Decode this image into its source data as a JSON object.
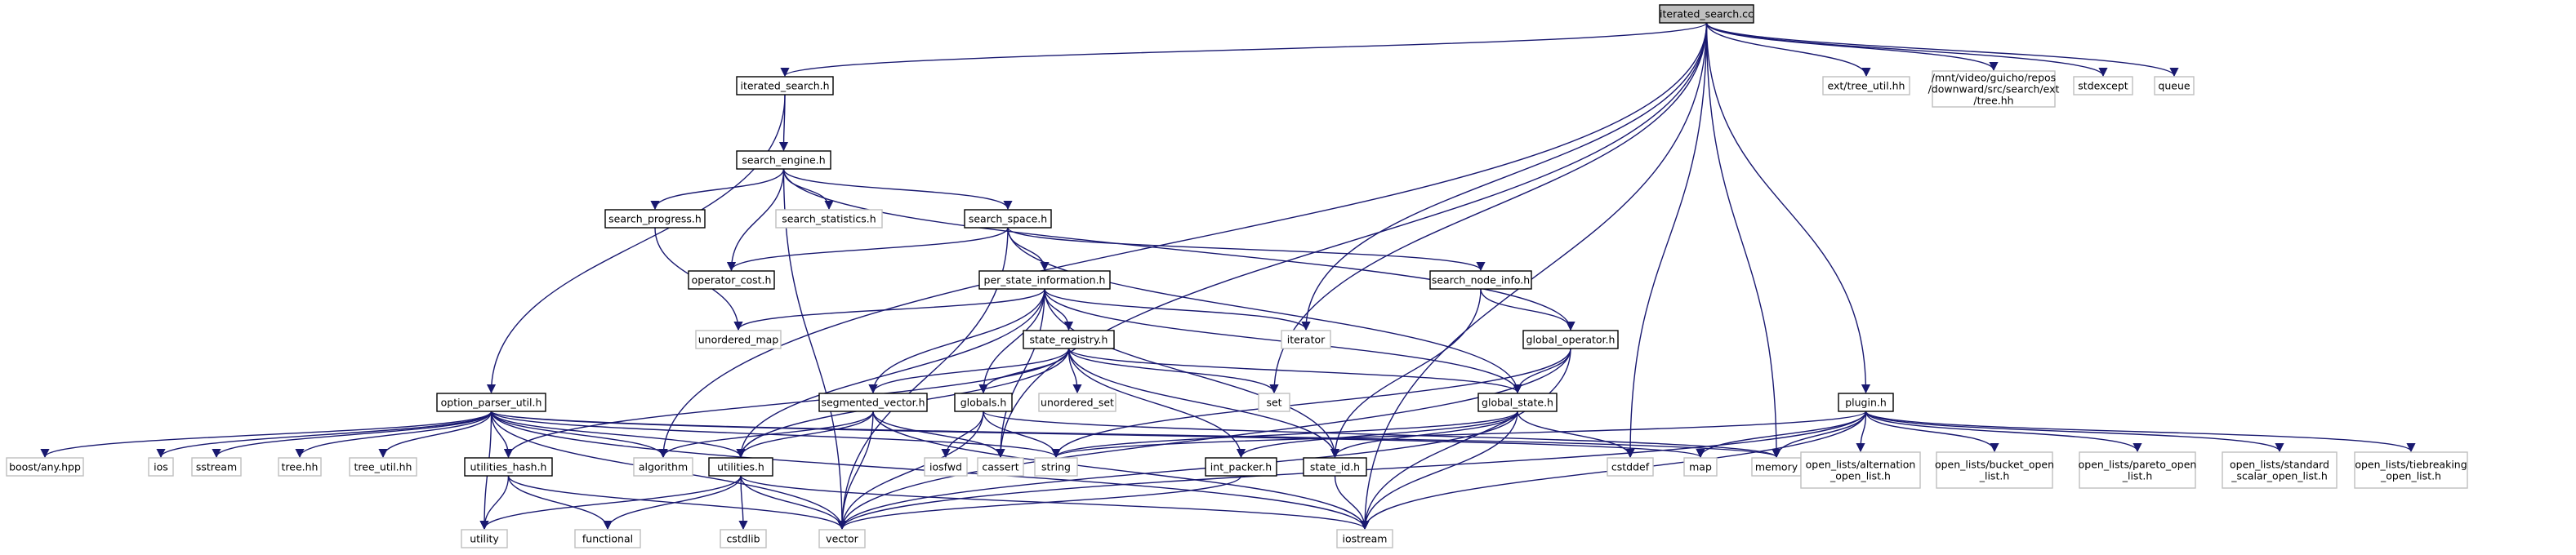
{
  "colors": {
    "edge": "#191970",
    "root_fill": "#bfbfbf",
    "documented_border": "#000000",
    "external_border": "#bfbfbf"
  },
  "nodes": [
    {
      "id": "iterated_search_cc",
      "lines": [
        "iterated_search.cc"
      ],
      "kind": "root"
    },
    {
      "id": "iterated_search_h",
      "lines": [
        "iterated_search.h"
      ],
      "kind": "doc"
    },
    {
      "id": "ext_tree_util_hh",
      "lines": [
        "ext/tree_util.hh"
      ],
      "kind": "ext"
    },
    {
      "id": "mnt_tree_hh",
      "lines": [
        "/mnt/video/guicho/repos",
        "/downward/src/search/ext",
        "/tree.hh"
      ],
      "kind": "ext"
    },
    {
      "id": "stdexcept",
      "lines": [
        "stdexcept"
      ],
      "kind": "ext"
    },
    {
      "id": "queue",
      "lines": [
        "queue"
      ],
      "kind": "ext"
    },
    {
      "id": "search_engine_h",
      "lines": [
        "search_engine.h"
      ],
      "kind": "doc"
    },
    {
      "id": "search_progress_h",
      "lines": [
        "search_progress.h"
      ],
      "kind": "doc"
    },
    {
      "id": "search_statistics_h",
      "lines": [
        "search_statistics.h"
      ],
      "kind": "ext"
    },
    {
      "id": "search_space_h",
      "lines": [
        "search_space.h"
      ],
      "kind": "doc"
    },
    {
      "id": "operator_cost_h",
      "lines": [
        "operator_cost.h"
      ],
      "kind": "doc"
    },
    {
      "id": "search_node_info_h",
      "lines": [
        "search_node_info.h"
      ],
      "kind": "doc"
    },
    {
      "id": "per_state_information_h",
      "lines": [
        "per_state_information.h"
      ],
      "kind": "doc"
    },
    {
      "id": "unordered_map",
      "lines": [
        "unordered_map"
      ],
      "kind": "ext"
    },
    {
      "id": "iterator",
      "lines": [
        "iterator"
      ],
      "kind": "ext"
    },
    {
      "id": "global_operator_h",
      "lines": [
        "global_operator.h"
      ],
      "kind": "doc"
    },
    {
      "id": "state_registry_h",
      "lines": [
        "state_registry.h"
      ],
      "kind": "doc"
    },
    {
      "id": "option_parser_util_h",
      "lines": [
        "option_parser_util.h"
      ],
      "kind": "doc"
    },
    {
      "id": "segmented_vector_h",
      "lines": [
        "segmented_vector.h"
      ],
      "kind": "doc"
    },
    {
      "id": "globals_h",
      "lines": [
        "globals.h"
      ],
      "kind": "doc"
    },
    {
      "id": "unordered_set",
      "lines": [
        "unordered_set"
      ],
      "kind": "ext"
    },
    {
      "id": "set",
      "lines": [
        "set"
      ],
      "kind": "ext"
    },
    {
      "id": "global_state_h",
      "lines": [
        "global_state.h"
      ],
      "kind": "doc"
    },
    {
      "id": "plugin_h",
      "lines": [
        "plugin.h"
      ],
      "kind": "doc"
    },
    {
      "id": "boost_any_hpp",
      "lines": [
        "boost/any.hpp"
      ],
      "kind": "ext"
    },
    {
      "id": "ios",
      "lines": [
        "ios"
      ],
      "kind": "ext"
    },
    {
      "id": "sstream",
      "lines": [
        "sstream"
      ],
      "kind": "ext"
    },
    {
      "id": "tree_hh",
      "lines": [
        "tree.hh"
      ],
      "kind": "ext"
    },
    {
      "id": "tree_util_hh",
      "lines": [
        "tree_util.hh"
      ],
      "kind": "ext"
    },
    {
      "id": "utilities_hash_h",
      "lines": [
        "utilities_hash.h"
      ],
      "kind": "doc"
    },
    {
      "id": "algorithm",
      "lines": [
        "algorithm"
      ],
      "kind": "ext"
    },
    {
      "id": "utilities_h",
      "lines": [
        "utilities.h"
      ],
      "kind": "doc"
    },
    {
      "id": "iosfwd",
      "lines": [
        "iosfwd"
      ],
      "kind": "ext"
    },
    {
      "id": "cassert",
      "lines": [
        "cassert"
      ],
      "kind": "ext"
    },
    {
      "id": "string",
      "lines": [
        "string"
      ],
      "kind": "ext"
    },
    {
      "id": "int_packer_h",
      "lines": [
        "int_packer.h"
      ],
      "kind": "doc"
    },
    {
      "id": "state_id_h",
      "lines": [
        "state_id.h"
      ],
      "kind": "doc"
    },
    {
      "id": "cstddef",
      "lines": [
        "cstddef"
      ],
      "kind": "ext"
    },
    {
      "id": "map",
      "lines": [
        "map"
      ],
      "kind": "ext"
    },
    {
      "id": "memory",
      "lines": [
        "memory"
      ],
      "kind": "ext"
    },
    {
      "id": "ol_alternation",
      "lines": [
        "open_lists/alternation",
        "_open_list.h"
      ],
      "kind": "ext"
    },
    {
      "id": "ol_bucket",
      "lines": [
        "open_lists/bucket_open",
        "_list.h"
      ],
      "kind": "ext"
    },
    {
      "id": "ol_pareto",
      "lines": [
        "open_lists/pareto_open",
        "_list.h"
      ],
      "kind": "ext"
    },
    {
      "id": "ol_standard_scalar",
      "lines": [
        "open_lists/standard",
        "_scalar_open_list.h"
      ],
      "kind": "ext"
    },
    {
      "id": "ol_tiebreaking",
      "lines": [
        "open_lists/tiebreaking",
        "_open_list.h"
      ],
      "kind": "ext"
    },
    {
      "id": "utility",
      "lines": [
        "utility"
      ],
      "kind": "ext"
    },
    {
      "id": "functional",
      "lines": [
        "functional"
      ],
      "kind": "ext"
    },
    {
      "id": "cstdlib",
      "lines": [
        "cstdlib"
      ],
      "kind": "ext"
    },
    {
      "id": "vector",
      "lines": [
        "vector"
      ],
      "kind": "ext"
    },
    {
      "id": "iostream",
      "lines": [
        "iostream"
      ],
      "kind": "ext"
    }
  ],
  "edges": [
    [
      "iterated_search_cc",
      "iterated_search_h"
    ],
    [
      "iterated_search_cc",
      "ext_tree_util_hh"
    ],
    [
      "iterated_search_cc",
      "mnt_tree_hh"
    ],
    [
      "iterated_search_cc",
      "stdexcept"
    ],
    [
      "iterated_search_cc",
      "queue"
    ],
    [
      "iterated_search_cc",
      "iterator"
    ],
    [
      "iterated_search_cc",
      "set"
    ],
    [
      "iterated_search_cc",
      "algorithm"
    ],
    [
      "iterated_search_cc",
      "cassert"
    ],
    [
      "iterated_search_cc",
      "cstddef"
    ],
    [
      "iterated_search_cc",
      "memory"
    ],
    [
      "iterated_search_cc",
      "plugin_h"
    ],
    [
      "iterated_search_cc",
      "iostream"
    ],
    [
      "iterated_search_h",
      "search_engine_h"
    ],
    [
      "iterated_search_h",
      "option_parser_util_h"
    ],
    [
      "search_engine_h",
      "search_progress_h"
    ],
    [
      "search_engine_h",
      "search_statistics_h"
    ],
    [
      "search_engine_h",
      "search_space_h"
    ],
    [
      "search_engine_h",
      "operator_cost_h"
    ],
    [
      "search_engine_h",
      "global_operator_h"
    ],
    [
      "search_engine_h",
      "vector"
    ],
    [
      "search_progress_h",
      "unordered_map"
    ],
    [
      "search_space_h",
      "operator_cost_h"
    ],
    [
      "search_space_h",
      "per_state_information_h"
    ],
    [
      "search_space_h",
      "search_node_info_h"
    ],
    [
      "search_space_h",
      "global_state_h"
    ],
    [
      "search_space_h",
      "vector"
    ],
    [
      "search_node_info_h",
      "global_operator_h"
    ],
    [
      "search_node_info_h",
      "state_id_h"
    ],
    [
      "per_state_information_h",
      "unordered_map"
    ],
    [
      "per_state_information_h",
      "iterator"
    ],
    [
      "per_state_information_h",
      "state_registry_h"
    ],
    [
      "per_state_information_h",
      "segmented_vector_h"
    ],
    [
      "per_state_information_h",
      "globals_h"
    ],
    [
      "per_state_information_h",
      "utilities_h"
    ],
    [
      "per_state_information_h",
      "cassert"
    ],
    [
      "per_state_information_h",
      "state_id_h"
    ],
    [
      "per_state_information_h",
      "global_state_h"
    ],
    [
      "global_operator_h",
      "global_state_h"
    ],
    [
      "global_operator_h",
      "string"
    ],
    [
      "global_operator_h",
      "vector"
    ],
    [
      "global_operator_h",
      "iostream"
    ],
    [
      "state_registry_h",
      "unordered_set"
    ],
    [
      "state_registry_h",
      "set"
    ],
    [
      "state_registry_h",
      "global_state_h"
    ],
    [
      "state_registry_h",
      "segmented_vector_h"
    ],
    [
      "state_registry_h",
      "globals_h"
    ],
    [
      "state_registry_h",
      "utilities_hash_h"
    ],
    [
      "state_registry_h",
      "utilities_h"
    ],
    [
      "state_registry_h",
      "int_packer_h"
    ],
    [
      "state_registry_h",
      "state_id_h"
    ],
    [
      "option_parser_util_h",
      "boost_any_hpp"
    ],
    [
      "option_parser_util_h",
      "ios"
    ],
    [
      "option_parser_util_h",
      "sstream"
    ],
    [
      "option_parser_util_h",
      "tree_hh"
    ],
    [
      "option_parser_util_h",
      "tree_util_hh"
    ],
    [
      "option_parser_util_h",
      "utilities_hash_h"
    ],
    [
      "option_parser_util_h",
      "algorithm"
    ],
    [
      "option_parser_util_h",
      "utilities_h"
    ],
    [
      "option_parser_util_h",
      "string"
    ],
    [
      "option_parser_util_h",
      "map"
    ],
    [
      "option_parser_util_h",
      "memory"
    ],
    [
      "option_parser_util_h",
      "vector"
    ],
    [
      "option_parser_util_h",
      "utility"
    ],
    [
      "option_parser_util_h",
      "iostream"
    ],
    [
      "segmented_vector_h",
      "algorithm"
    ],
    [
      "segmented_vector_h",
      "utilities_h"
    ],
    [
      "segmented_vector_h",
      "cassert"
    ],
    [
      "segmented_vector_h",
      "vector"
    ],
    [
      "segmented_vector_h",
      "iostream"
    ],
    [
      "globals_h",
      "iosfwd"
    ],
    [
      "globals_h",
      "string"
    ],
    [
      "globals_h",
      "vector"
    ],
    [
      "globals_h",
      "memory"
    ],
    [
      "global_state_h",
      "int_packer_h"
    ],
    [
      "global_state_h",
      "state_id_h"
    ],
    [
      "global_state_h",
      "cstddef"
    ],
    [
      "global_state_h",
      "iostream"
    ],
    [
      "global_state_h",
      "vector"
    ],
    [
      "global_state_h",
      "string"
    ],
    [
      "plugin_h",
      "ol_alternation"
    ],
    [
      "plugin_h",
      "ol_bucket"
    ],
    [
      "plugin_h",
      "ol_pareto"
    ],
    [
      "plugin_h",
      "ol_standard_scalar"
    ],
    [
      "plugin_h",
      "ol_tiebreaking"
    ],
    [
      "plugin_h",
      "map"
    ],
    [
      "plugin_h",
      "memory"
    ],
    [
      "plugin_h",
      "string"
    ],
    [
      "plugin_h",
      "vector"
    ],
    [
      "plugin_h",
      "iostream"
    ],
    [
      "utilities_hash_h",
      "utility"
    ],
    [
      "utilities_hash_h",
      "functional"
    ],
    [
      "utilities_hash_h",
      "vector"
    ],
    [
      "utilities_h",
      "utility"
    ],
    [
      "utilities_h",
      "functional"
    ],
    [
      "utilities_h",
      "cstdlib"
    ],
    [
      "utilities_h",
      "vector"
    ],
    [
      "utilities_h",
      "iostream"
    ],
    [
      "int_packer_h",
      "vector"
    ],
    [
      "state_id_h",
      "iostream"
    ]
  ]
}
